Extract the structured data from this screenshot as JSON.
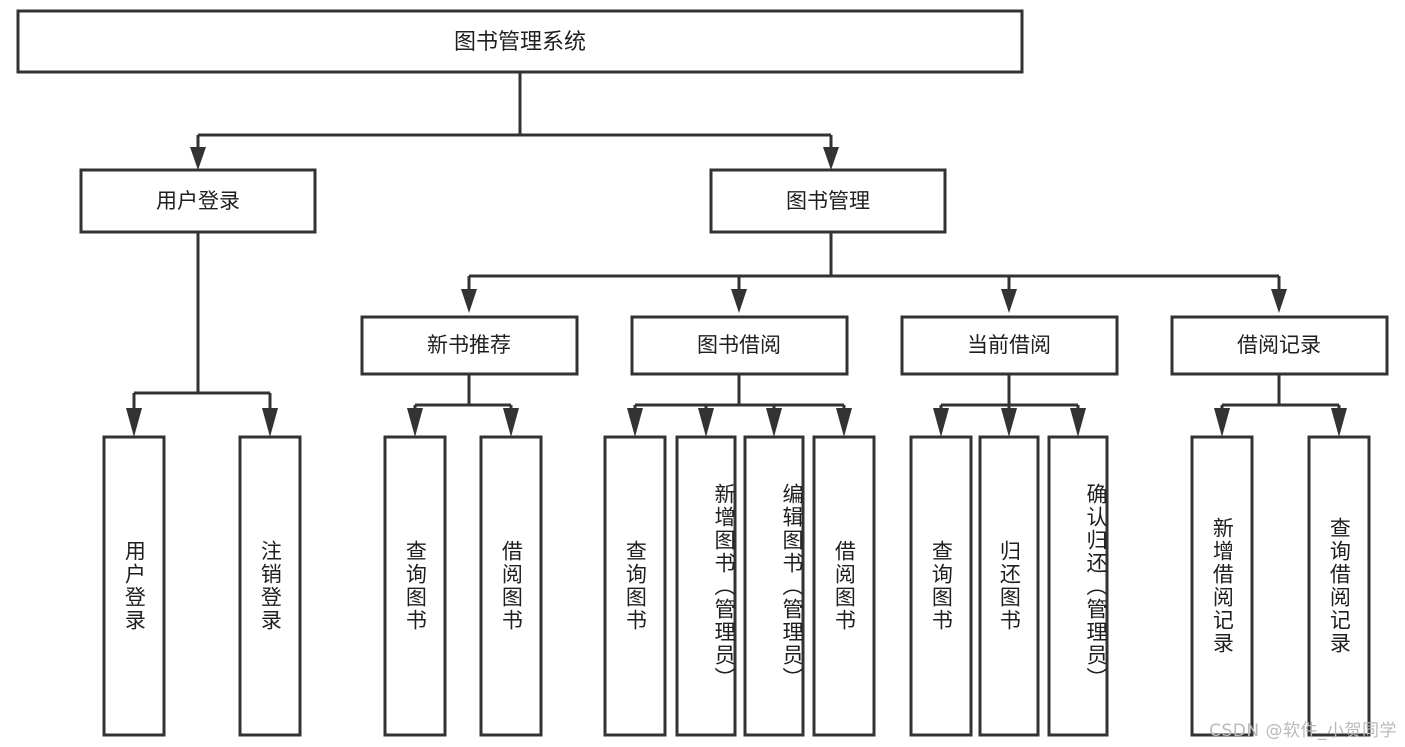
{
  "diagram": {
    "type": "tree-hierarchy",
    "title": "图书管理系统",
    "orientation": "top-down",
    "colors": {
      "box_stroke": "#333333",
      "box_fill": "#ffffff",
      "text": "#1f1f1f",
      "background": "#ffffff",
      "watermark": "#b9b9b9"
    },
    "levels": {
      "level1": [
        "图书管理系统"
      ],
      "level2": [
        "用户登录",
        "图书管理"
      ],
      "level3": [
        "新书推荐",
        "图书借阅",
        "当前借阅",
        "借阅记录"
      ],
      "level4": [
        "用户登录",
        "注销登录",
        "查询图书",
        "借阅图书",
        "查询图书",
        "新增图书（管理员）",
        "编辑图书（管理员）",
        "借阅图书",
        "查询图书",
        "归还图书",
        "确认归还（管理员）",
        "新增借阅记录",
        "查询借阅记录"
      ]
    },
    "nodes": {
      "root": {
        "label": "图书管理系统"
      },
      "user_login": {
        "label": "用户登录"
      },
      "book_manage": {
        "label": "图书管理"
      },
      "new_book_rec": {
        "label": "新书推荐"
      },
      "book_borrow": {
        "label": "图书借阅"
      },
      "current_borrow": {
        "label": "当前借阅"
      },
      "borrow_record": {
        "label": "借阅记录"
      },
      "leaf_user_login": {
        "label": "用户登录"
      },
      "leaf_logout": {
        "label": "注销登录"
      },
      "leaf_query_book_1": {
        "label": "查询图书"
      },
      "leaf_borrow_book_1": {
        "label": "借阅图书"
      },
      "leaf_query_book_2": {
        "label": "查询图书"
      },
      "leaf_add_book": {
        "label": "新增图书（管理员）"
      },
      "leaf_edit_book": {
        "label": "编辑图书（管理员）"
      },
      "leaf_borrow_book_2": {
        "label": "借阅图书"
      },
      "leaf_query_book_3": {
        "label": "查询图书"
      },
      "leaf_return_book": {
        "label": "归还图书"
      },
      "leaf_confirm_return": {
        "label": "确认归还（管理员）"
      },
      "leaf_add_record": {
        "label": "新增借阅记录"
      },
      "leaf_query_record": {
        "label": "查询借阅记录"
      }
    },
    "edges": [
      {
        "from": "root",
        "to": "user_login"
      },
      {
        "from": "root",
        "to": "book_manage"
      },
      {
        "from": "user_login",
        "to": "leaf_user_login"
      },
      {
        "from": "user_login",
        "to": "leaf_logout"
      },
      {
        "from": "book_manage",
        "to": "new_book_rec"
      },
      {
        "from": "book_manage",
        "to": "book_borrow"
      },
      {
        "from": "book_manage",
        "to": "current_borrow"
      },
      {
        "from": "book_manage",
        "to": "borrow_record"
      },
      {
        "from": "new_book_rec",
        "to": "leaf_query_book_1"
      },
      {
        "from": "new_book_rec",
        "to": "leaf_borrow_book_1"
      },
      {
        "from": "book_borrow",
        "to": "leaf_query_book_2"
      },
      {
        "from": "book_borrow",
        "to": "leaf_add_book"
      },
      {
        "from": "book_borrow",
        "to": "leaf_edit_book"
      },
      {
        "from": "book_borrow",
        "to": "leaf_borrow_book_2"
      },
      {
        "from": "current_borrow",
        "to": "leaf_query_book_3"
      },
      {
        "from": "current_borrow",
        "to": "leaf_return_book"
      },
      {
        "from": "current_borrow",
        "to": "leaf_confirm_return"
      },
      {
        "from": "borrow_record",
        "to": "leaf_add_record"
      },
      {
        "from": "borrow_record",
        "to": "leaf_query_record"
      }
    ]
  },
  "watermark": {
    "text": "CSDN @软件_小贺同学"
  }
}
